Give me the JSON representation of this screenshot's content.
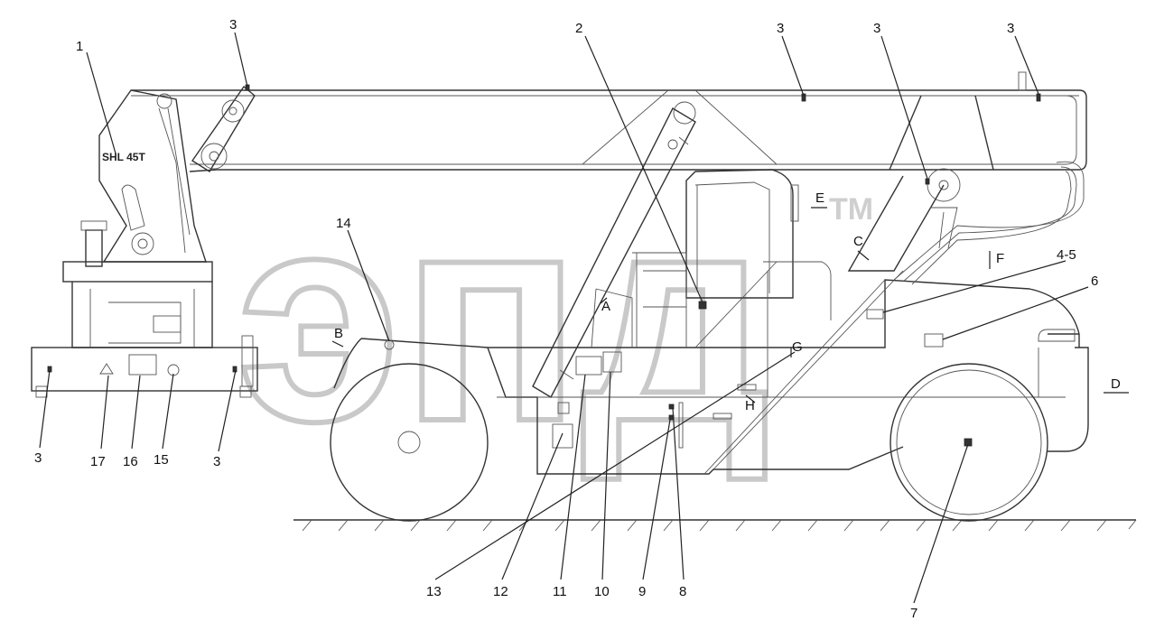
{
  "diagram": {
    "model_text": "SHL 45T",
    "watermark": {
      "text": "эпд",
      "tm": "TM"
    },
    "callouts": [
      {
        "id": "c1",
        "text": "1"
      },
      {
        "id": "c2",
        "text": "2"
      },
      {
        "id": "c3a",
        "text": "3"
      },
      {
        "id": "c3b",
        "text": "3"
      },
      {
        "id": "c3c",
        "text": "3"
      },
      {
        "id": "c3d",
        "text": "3"
      },
      {
        "id": "c3e",
        "text": "3"
      },
      {
        "id": "c3f",
        "text": "3"
      },
      {
        "id": "c45",
        "text": "4-5"
      },
      {
        "id": "c6",
        "text": "6"
      },
      {
        "id": "c7",
        "text": "7"
      },
      {
        "id": "c8",
        "text": "8"
      },
      {
        "id": "c9",
        "text": "9"
      },
      {
        "id": "c10",
        "text": "10"
      },
      {
        "id": "c11",
        "text": "11"
      },
      {
        "id": "c12",
        "text": "12"
      },
      {
        "id": "c13",
        "text": "13"
      },
      {
        "id": "c14",
        "text": "14"
      },
      {
        "id": "c15",
        "text": "15"
      },
      {
        "id": "c16",
        "text": "16"
      },
      {
        "id": "c17",
        "text": "17"
      }
    ],
    "view_letters": [
      {
        "id": "vA",
        "text": "A"
      },
      {
        "id": "vB",
        "text": "B"
      },
      {
        "id": "vC",
        "text": "C"
      },
      {
        "id": "vD",
        "text": "D"
      },
      {
        "id": "vE",
        "text": "E"
      },
      {
        "id": "vF",
        "text": "F"
      },
      {
        "id": "vG",
        "text": "G"
      },
      {
        "id": "vH",
        "text": "H"
      }
    ]
  }
}
